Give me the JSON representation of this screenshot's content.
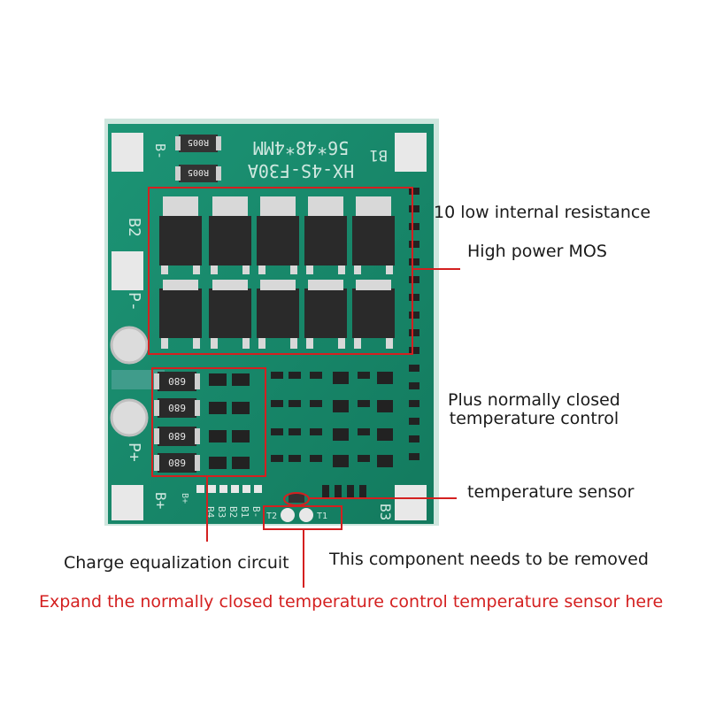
{
  "board": {
    "silkscreen_model": "HX-4S-F30A",
    "silkscreen_size": "56*48*4MM",
    "pads": {
      "b_minus": "B-",
      "b1": "B1",
      "b2": "B2",
      "p_minus": "P-",
      "p_plus": "P+",
      "b_plus": "B+",
      "b3": "B3"
    },
    "shunt_resistor_label": "R005",
    "balance_resistor_label": "680",
    "connector_labels": [
      "B+",
      "B4",
      "B3",
      "B2",
      "B1",
      "B-"
    ],
    "thermistor_pads": {
      "t1": "T1",
      "t2": "T2"
    }
  },
  "annotations": {
    "mos_count": "10 low internal resistance",
    "mos_type": "High power MOS",
    "temp_control": "Plus normally closed\ntemperature control",
    "temp_sensor": "temperature sensor",
    "balance": "Charge equalization circuit",
    "remove": "This component needs to be removed",
    "expand": "Expand the normally closed temperature control temperature sensor here"
  },
  "colors": {
    "pcb": "#17876a",
    "pcb_dark": "#0f5e48",
    "annotation_red": "#d42020",
    "text": "#1a1a1a"
  }
}
